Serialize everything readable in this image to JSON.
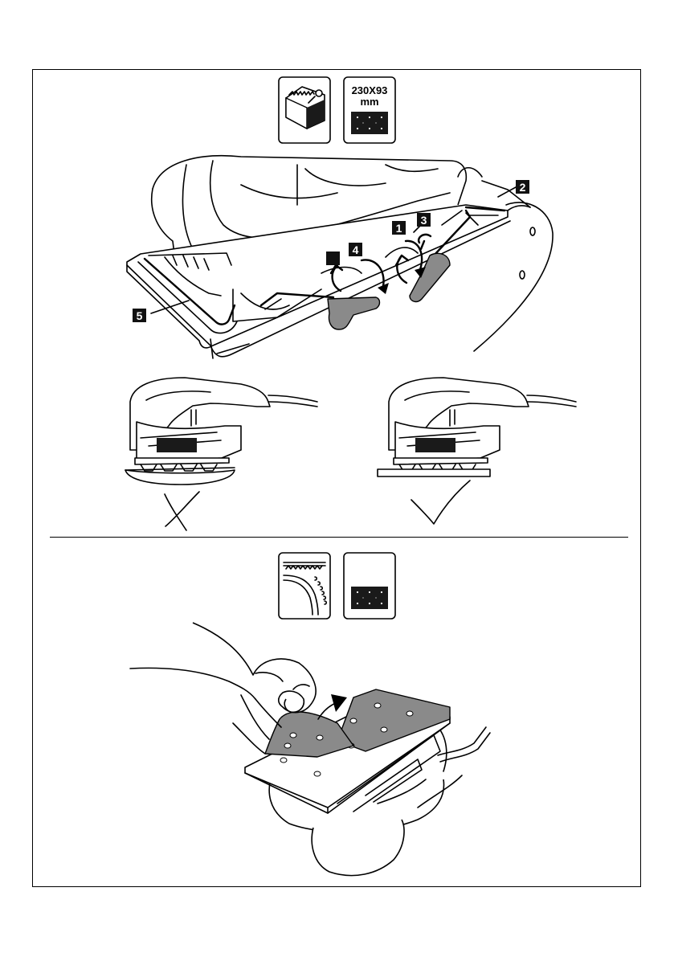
{
  "icons": {
    "top_left": "sandpaper-clamp-icon",
    "top_right": {
      "size_line1": "230X93",
      "size_line2": "mm",
      "icon": "perforated-sheet-icon"
    },
    "bottom_left": "hook-and-loop-icon",
    "bottom_right": "perforated-sheet-icon"
  },
  "callouts": {
    "c1": "1",
    "c2": "2",
    "c3": "3",
    "c4": "4",
    "c5": "5"
  },
  "marks": {
    "wrong": "wrong-mark-icon",
    "right": "check-mark-icon"
  },
  "colors": {
    "line": "#000000",
    "fill_gray": "#8a8a8a",
    "panel_bg": "#ffffff"
  }
}
